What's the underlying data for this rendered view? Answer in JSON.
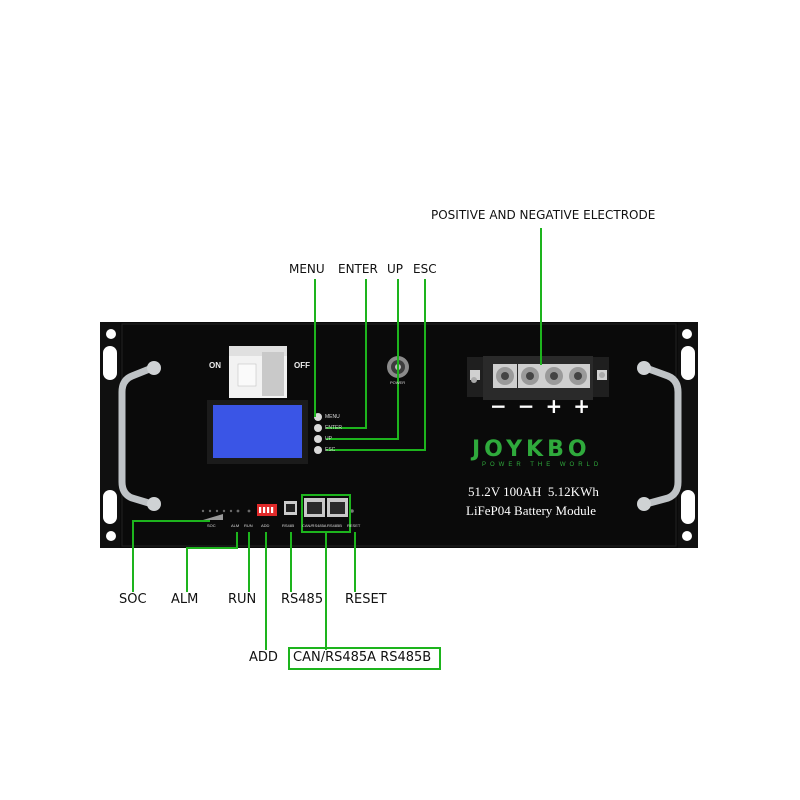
{
  "callouts": {
    "electrode": "POSITIVE AND NEGATIVE ELECTRODE",
    "menu": "MENU",
    "enter": "ENTER",
    "up": "UP",
    "esc": "ESC",
    "soc": "SOC",
    "alm": "ALM",
    "run": "RUN",
    "rs485": "RS485",
    "reset": "RESET",
    "add": "ADD",
    "can": "CAN/RS485A RS485B"
  },
  "panel": {
    "on": "ON",
    "off": "OFF",
    "power": "POWER",
    "menu": "MENU",
    "enter": "ENTER",
    "up": "UP",
    "esc": "ESC",
    "soc": "SOC",
    "alm": "ALM",
    "run": "RUN",
    "add": "ADD",
    "rs485": "RS485",
    "can_a": "CAN/RS485A",
    "rs485b": "RS485B",
    "reset": "RESET",
    "brand": "JOYKBO",
    "slogan": "POWER THE WORLD",
    "spec": "51.2V 100AH  5.12KWh",
    "model": "LiFeP04 Battery Module",
    "terminals": [
      "−",
      "−",
      "+",
      "+"
    ]
  },
  "colors": {
    "callout_line": "#1db41d",
    "panel": "#0a0a0a",
    "lcd": "#3a55e6",
    "brand": "#2faa3c"
  }
}
